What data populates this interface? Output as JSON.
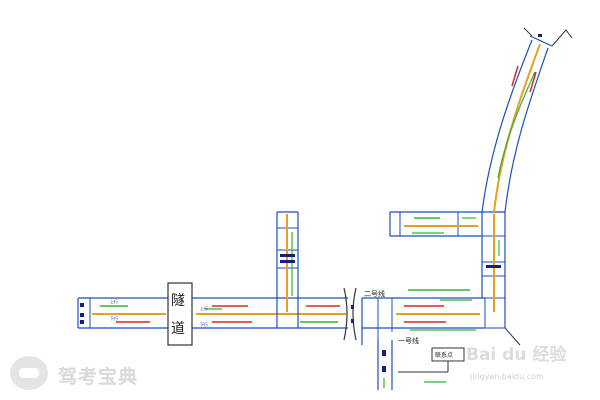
{
  "labels": {
    "tunnel_1": "隧",
    "tunnel_2": "道",
    "line_two": "二号线",
    "line_one": "一号线",
    "station": "联系点",
    "up_left": "上行",
    "down_left": "下行",
    "up_mid": "上行",
    "down_mid": "下行"
  },
  "watermark": {
    "brand": "驾考宝典",
    "baidu": "Bai du 经验",
    "baidu_url": "jingyan.baidu.com"
  },
  "colors": {
    "track": "#1a4fbf",
    "orange": "#e8a020",
    "green": "#33b233",
    "red": "#d62828",
    "navy": "#14207a"
  }
}
